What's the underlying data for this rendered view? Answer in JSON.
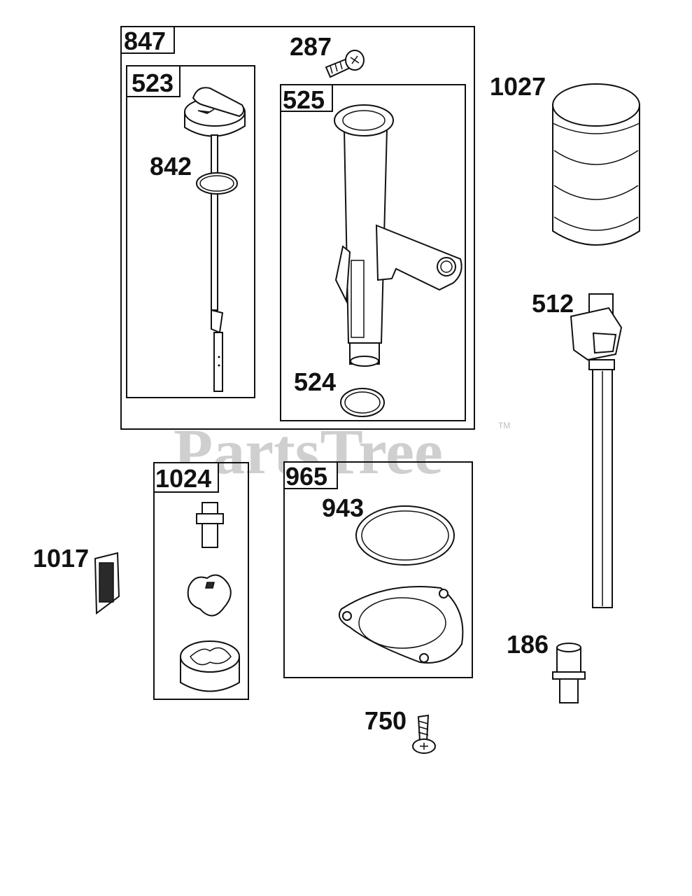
{
  "watermark": {
    "brand": "PartsTree",
    "trademark": "TM"
  },
  "kits": {
    "k847": "847",
    "k523": "523",
    "k525": "525",
    "k1024": "1024",
    "k965": "965"
  },
  "parts": {
    "p287": "287",
    "p1027": "1027",
    "p842": "842",
    "p524": "524",
    "p512": "512",
    "p1017": "1017",
    "p943": "943",
    "p186": "186",
    "p750": "750"
  }
}
